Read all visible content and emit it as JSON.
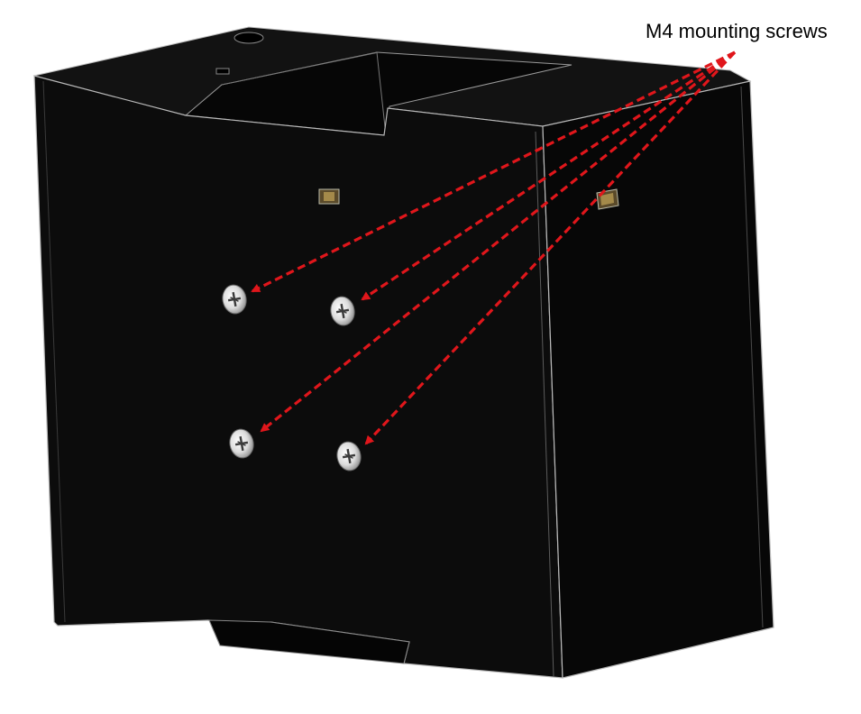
{
  "diagram": {
    "callout_text": "M4 mounting screws",
    "arrow_color": "#e0161b",
    "enclosure_color": "#0c0c0c",
    "edge_color": "#b9b9b9",
    "screw_count": 4,
    "screws": [
      {
        "name": "screw-top-left"
      },
      {
        "name": "screw-top-right"
      },
      {
        "name": "screw-bottom-left"
      },
      {
        "name": "screw-bottom-right"
      }
    ]
  }
}
